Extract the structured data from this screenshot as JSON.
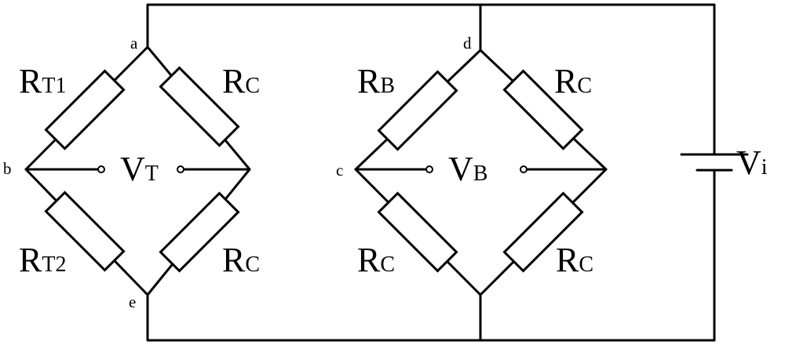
{
  "nodes": {
    "a": "a",
    "b": "b",
    "c": "c",
    "d": "d",
    "e": "e"
  },
  "bridge1": {
    "upper_left": {
      "main": "R",
      "sub": "T1"
    },
    "upper_right": {
      "main": "R",
      "sub": "C"
    },
    "lower_left": {
      "main": "R",
      "sub": "T2"
    },
    "lower_right": {
      "main": "R",
      "sub": "C"
    },
    "output": {
      "main": "V",
      "sub": "T"
    }
  },
  "bridge2": {
    "upper_left": {
      "main": "R",
      "sub": "B"
    },
    "upper_right": {
      "main": "R",
      "sub": "C"
    },
    "lower_left": {
      "main": "R",
      "sub": "C"
    },
    "lower_right": {
      "main": "R",
      "sub": "C"
    },
    "output": {
      "main": "V",
      "sub": "B"
    }
  },
  "source": {
    "main": "V",
    "sub": "i"
  }
}
